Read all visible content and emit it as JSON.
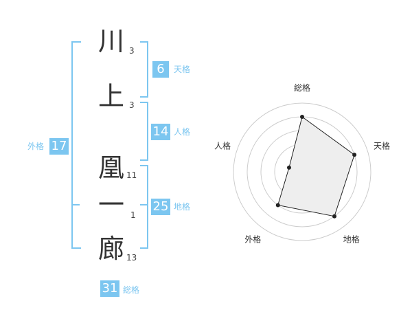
{
  "name_chars": [
    {
      "char": "川",
      "strokes": "3"
    },
    {
      "char": "上",
      "strokes": "3"
    },
    {
      "char": "凰",
      "strokes": "11"
    },
    {
      "char": "一",
      "strokes": "1"
    },
    {
      "char": "廊",
      "strokes": "13"
    }
  ],
  "fortune": {
    "tenkaku": {
      "value": "6",
      "label": "天格"
    },
    "jinkaku": {
      "value": "14",
      "label": "人格"
    },
    "chikaku": {
      "value": "25",
      "label": "地格"
    },
    "gaikaku": {
      "value": "17",
      "label": "外格"
    },
    "soukaku": {
      "value": "31",
      "label": "総格"
    }
  },
  "colors": {
    "accent": "#7cc6f0",
    "text": "#333333",
    "radar_fill": "#eeeeee"
  },
  "chart_data": {
    "type": "radar",
    "axes": [
      "総格",
      "天格",
      "地格",
      "外格",
      "人格"
    ],
    "values": [
      4,
      4,
      4,
      3,
      1
    ],
    "max": 5,
    "rings": 5
  }
}
